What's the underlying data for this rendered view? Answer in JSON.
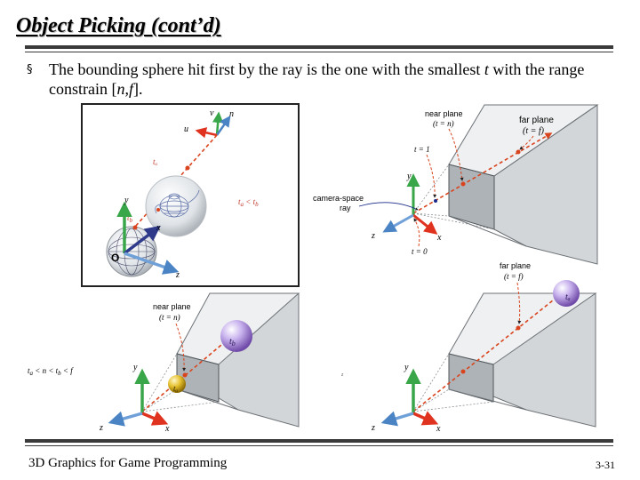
{
  "slide": {
    "title": "Object Picking (cont’d)",
    "bullet_marker": "§",
    "bullet_text_part1": "The bounding sphere hit first by the ray is the one with the smallest ",
    "bullet_t": "t",
    "bullet_text_part2": " with the range constrain [",
    "bullet_n": "n",
    "bullet_comma": ",",
    "bullet_f": "f",
    "bullet_text_part3": "]."
  },
  "figure": {
    "top_left": {
      "v": "v",
      "n": "n",
      "u": "u",
      "t_a": "tₐ",
      "t_b": "t_b",
      "y": "y",
      "x": "x",
      "z": "z",
      "origin": "O",
      "inequality": "tₐ < t_b"
    },
    "top_right": {
      "near_plane": "near plane",
      "near_eq": "(t = n)",
      "far_plane": "far plane",
      "far_eq": "(t = f)",
      "t_one": "t = 1",
      "t_zero": "t = 0",
      "camera_space": "camera-space",
      "ray": "ray",
      "y": "y",
      "x": "x",
      "z": "z"
    },
    "bottom_left": {
      "near_plane": "near plane",
      "near_eq": "(t = n)",
      "t_b": "t_b",
      "t_a": "tₐ",
      "inequality": "tₐ < n < t_b < f",
      "y": "y",
      "x": "x",
      "z": "z",
      "stray_mark": "z"
    },
    "bottom_right": {
      "far_plane": "far plane",
      "far_eq": "(t = f)",
      "t_a": "tₐ",
      "y": "y",
      "x": "x",
      "z": "z"
    }
  },
  "footer": {
    "course": "3D Graphics for Game Programming",
    "page": "3-31"
  }
}
